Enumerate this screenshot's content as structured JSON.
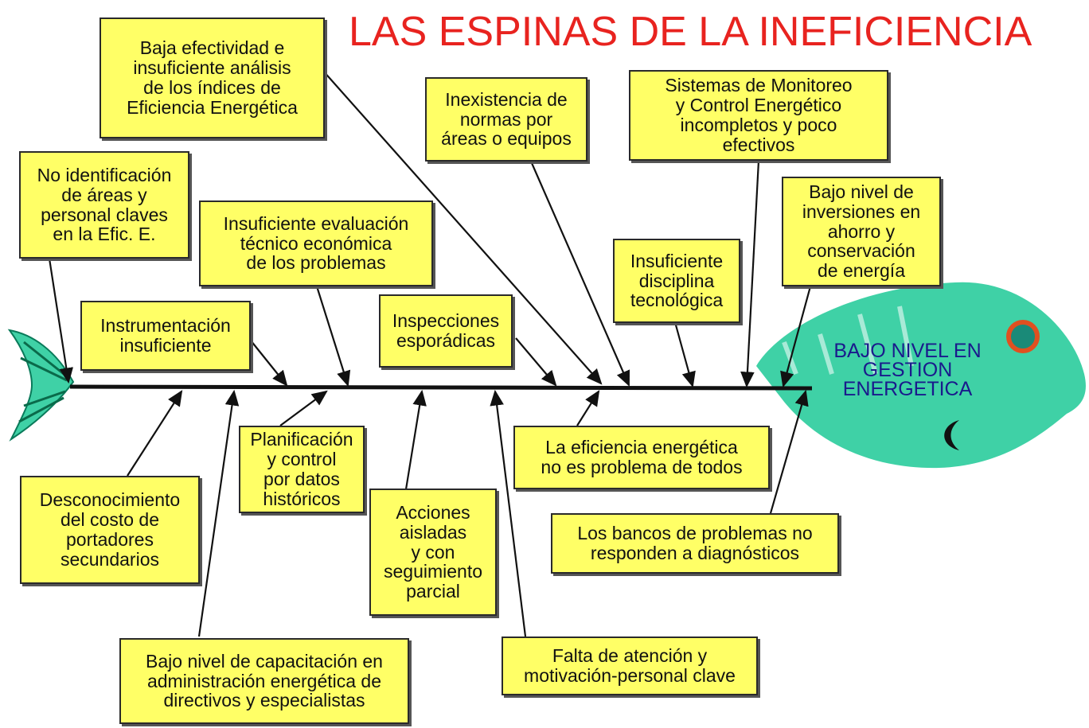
{
  "title": "LAS ESPINAS DE LA INEFICIENCIA",
  "effect": "BAJO NIVEL EN\nGESTION\nENERGETICA",
  "colors": {
    "box_fill": "#ffff66",
    "title": "#e8231f",
    "fish": "#3fd1a6",
    "fish_eye": "#d04020"
  },
  "causes_top": [
    "Baja efectividad e\ninsuficiente análisis\nde los índices de\nEficiencia Energética",
    "No identificación\nde áreas y\npersonal claves\nen la Efic. E.",
    "Insuficiente evaluación\ntécnico económica\nde los problemas",
    "Instrumentación\ninsuficiente",
    "Inspecciones\nesporádicas",
    "Inexistencia  de\nnormas por\náreas o equipos",
    "Insuficiente\ndisciplina\ntecnológica",
    "Sistemas de Monitoreo\ny Control Energético\nincompletos y poco\nefectivos",
    "Bajo nivel de\ninversiones en\nahorro y\nconservación\nde energía"
  ],
  "causes_bottom": [
    "Planificación\ny control\npor datos\nhistóricos",
    "Desconocimiento\ndel costo de\nportadores\nsecundarios",
    "Acciones\naisladas\ny con\nseguimiento\nparcial",
    "La eficiencia energética\nno es problema de todos",
    "Los bancos de problemas no\nresponden a diagnósticos",
    "Falta de atención y\nmotivación-personal clave",
    "Bajo nivel de capacitación en\nadministración energética de\ndirectivos y especialistas"
  ]
}
